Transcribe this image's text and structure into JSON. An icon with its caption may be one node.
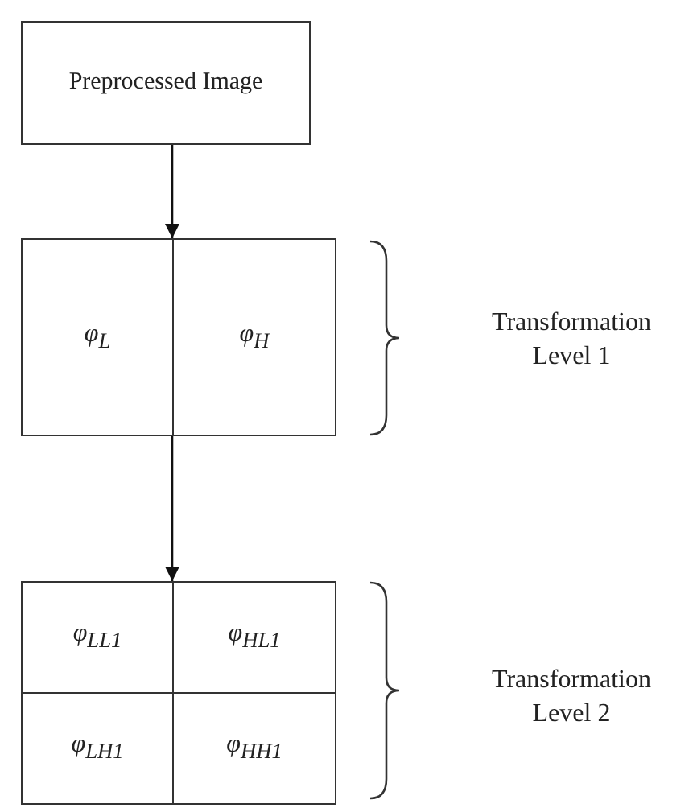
{
  "diagram": {
    "nodes": [
      {
        "text": [
          "Preprocessed Image"
        ]
      },
      {
        "text": [],
        "shape": "box"
      },
      {
        "text": [
          "φ$_{L}$"
        ],
        "in": 1
      },
      {
        "text": [
          "φ$_{H}$"
        ],
        "in": 1
      },
      {
        "text": [],
        "shape": "box"
      },
      {
        "text": [
          "φ$_{LL1}$"
        ],
        "in": 4
      },
      {
        "text": [
          "φ$_{HL1}$"
        ],
        "in": 4
      },
      {
        "text": [
          "φ$_{LH1}$"
        ],
        "in": 4
      },
      {
        "text": [
          "φ$_{HH1}$"
        ],
        "in": 4
      }
    ],
    "edges": [
      {
        "from": 0,
        "to": 1,
        "arrow": "to"
      },
      {
        "from": 1,
        "to": 4,
        "arrow": "to"
      }
    ],
    "labels": [
      "Transformation Level 1",
      "Transformation Level 2"
    ]
  }
}
